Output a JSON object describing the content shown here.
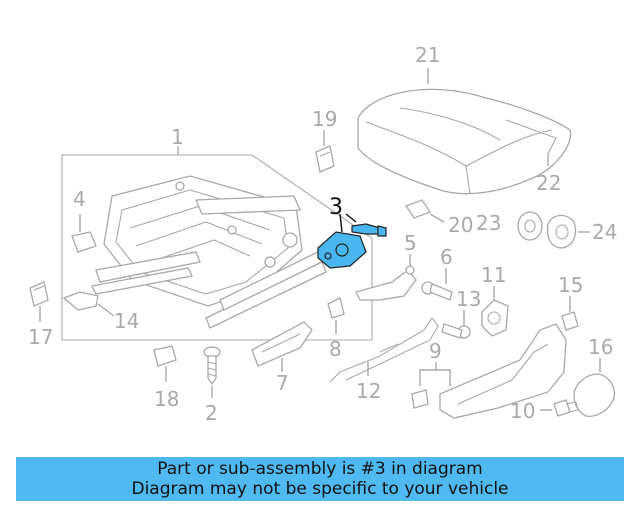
{
  "diagram": {
    "highlighted_part": "3",
    "highlight_color": "#48b7ef",
    "callouts": [
      "1",
      "2",
      "3",
      "4",
      "5",
      "6",
      "7",
      "8",
      "9",
      "10",
      "11",
      "12",
      "13",
      "14",
      "15",
      "16",
      "17",
      "18",
      "19",
      "20",
      "21",
      "22",
      "23",
      "24"
    ]
  },
  "banner": {
    "line1": "Part or sub-assembly is #3 in diagram",
    "line2": "Diagram may not be specific to your vehicle",
    "background": "#4fb9f2"
  }
}
